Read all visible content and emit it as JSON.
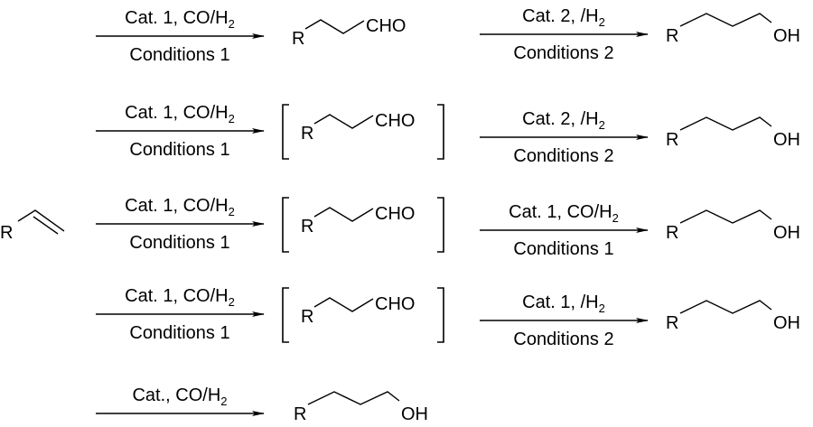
{
  "starting_material": {
    "r_label": "R"
  },
  "rows": [
    {
      "step1": {
        "above": "Cat. 1, CO/H",
        "above_sub": "2",
        "below": "Conditions 1"
      },
      "intermediate": {
        "r_label": "R",
        "group": "CHO",
        "bracketed": false
      },
      "step2": {
        "above": "Cat. 2, /H",
        "above_sub": "2",
        "below": "Conditions 2"
      },
      "product": {
        "r_label": "R",
        "group": "OH"
      }
    },
    {
      "step1": {
        "above": "Cat. 1, CO/H",
        "above_sub": "2",
        "below": "Conditions 1"
      },
      "intermediate": {
        "r_label": "R",
        "group": "CHO",
        "bracketed": true
      },
      "step2": {
        "above": "Cat. 2, /H",
        "above_sub": "2",
        "below": "Conditions 2"
      },
      "product": {
        "r_label": "R",
        "group": "OH"
      }
    },
    {
      "step1": {
        "above": "Cat. 1, CO/H",
        "above_sub": "2",
        "below": "Conditions 1"
      },
      "intermediate": {
        "r_label": "R",
        "group": "CHO",
        "bracketed": true
      },
      "step2": {
        "above": "Cat. 1, CO/H",
        "above_sub": "2",
        "below": "Conditions 1"
      },
      "product": {
        "r_label": "R",
        "group": "OH"
      }
    },
    {
      "step1": {
        "above": "Cat. 1, CO/H",
        "above_sub": "2",
        "below": "Conditions 1"
      },
      "intermediate": {
        "r_label": "R",
        "group": "CHO",
        "bracketed": true
      },
      "step2": {
        "above": "Cat. 1, /H",
        "above_sub": "2",
        "below": "Conditions 2"
      },
      "product": {
        "r_label": "R",
        "group": "OH"
      }
    }
  ],
  "direct": {
    "step": {
      "above": "Cat., CO/H",
      "above_sub": "2",
      "below": ""
    },
    "product": {
      "r_label": "R",
      "group": "OH"
    }
  }
}
